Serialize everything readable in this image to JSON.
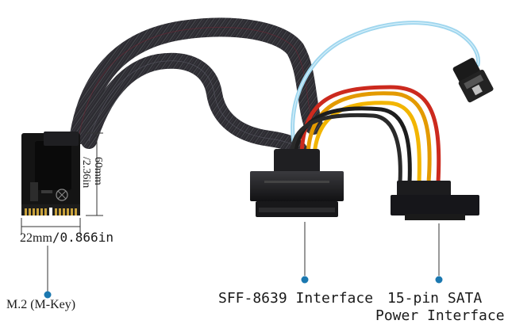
{
  "dimensions": {
    "height_mm": "60mm",
    "height_in": "/2.36in",
    "width_mm": "22mm",
    "width_in": "/0.866in"
  },
  "labels": {
    "m2": "M.2 (M-Key)",
    "sff": "SFF-8639 Interface",
    "sata_line1": "15-pin SATA",
    "sata_line2": "Power Interface"
  },
  "colors": {
    "cable_sleeve": "#2b2b30",
    "sata_data_cable": "#9fd6ee",
    "callout_dot": "#1b78b0",
    "connector": "#1c1c1e"
  }
}
